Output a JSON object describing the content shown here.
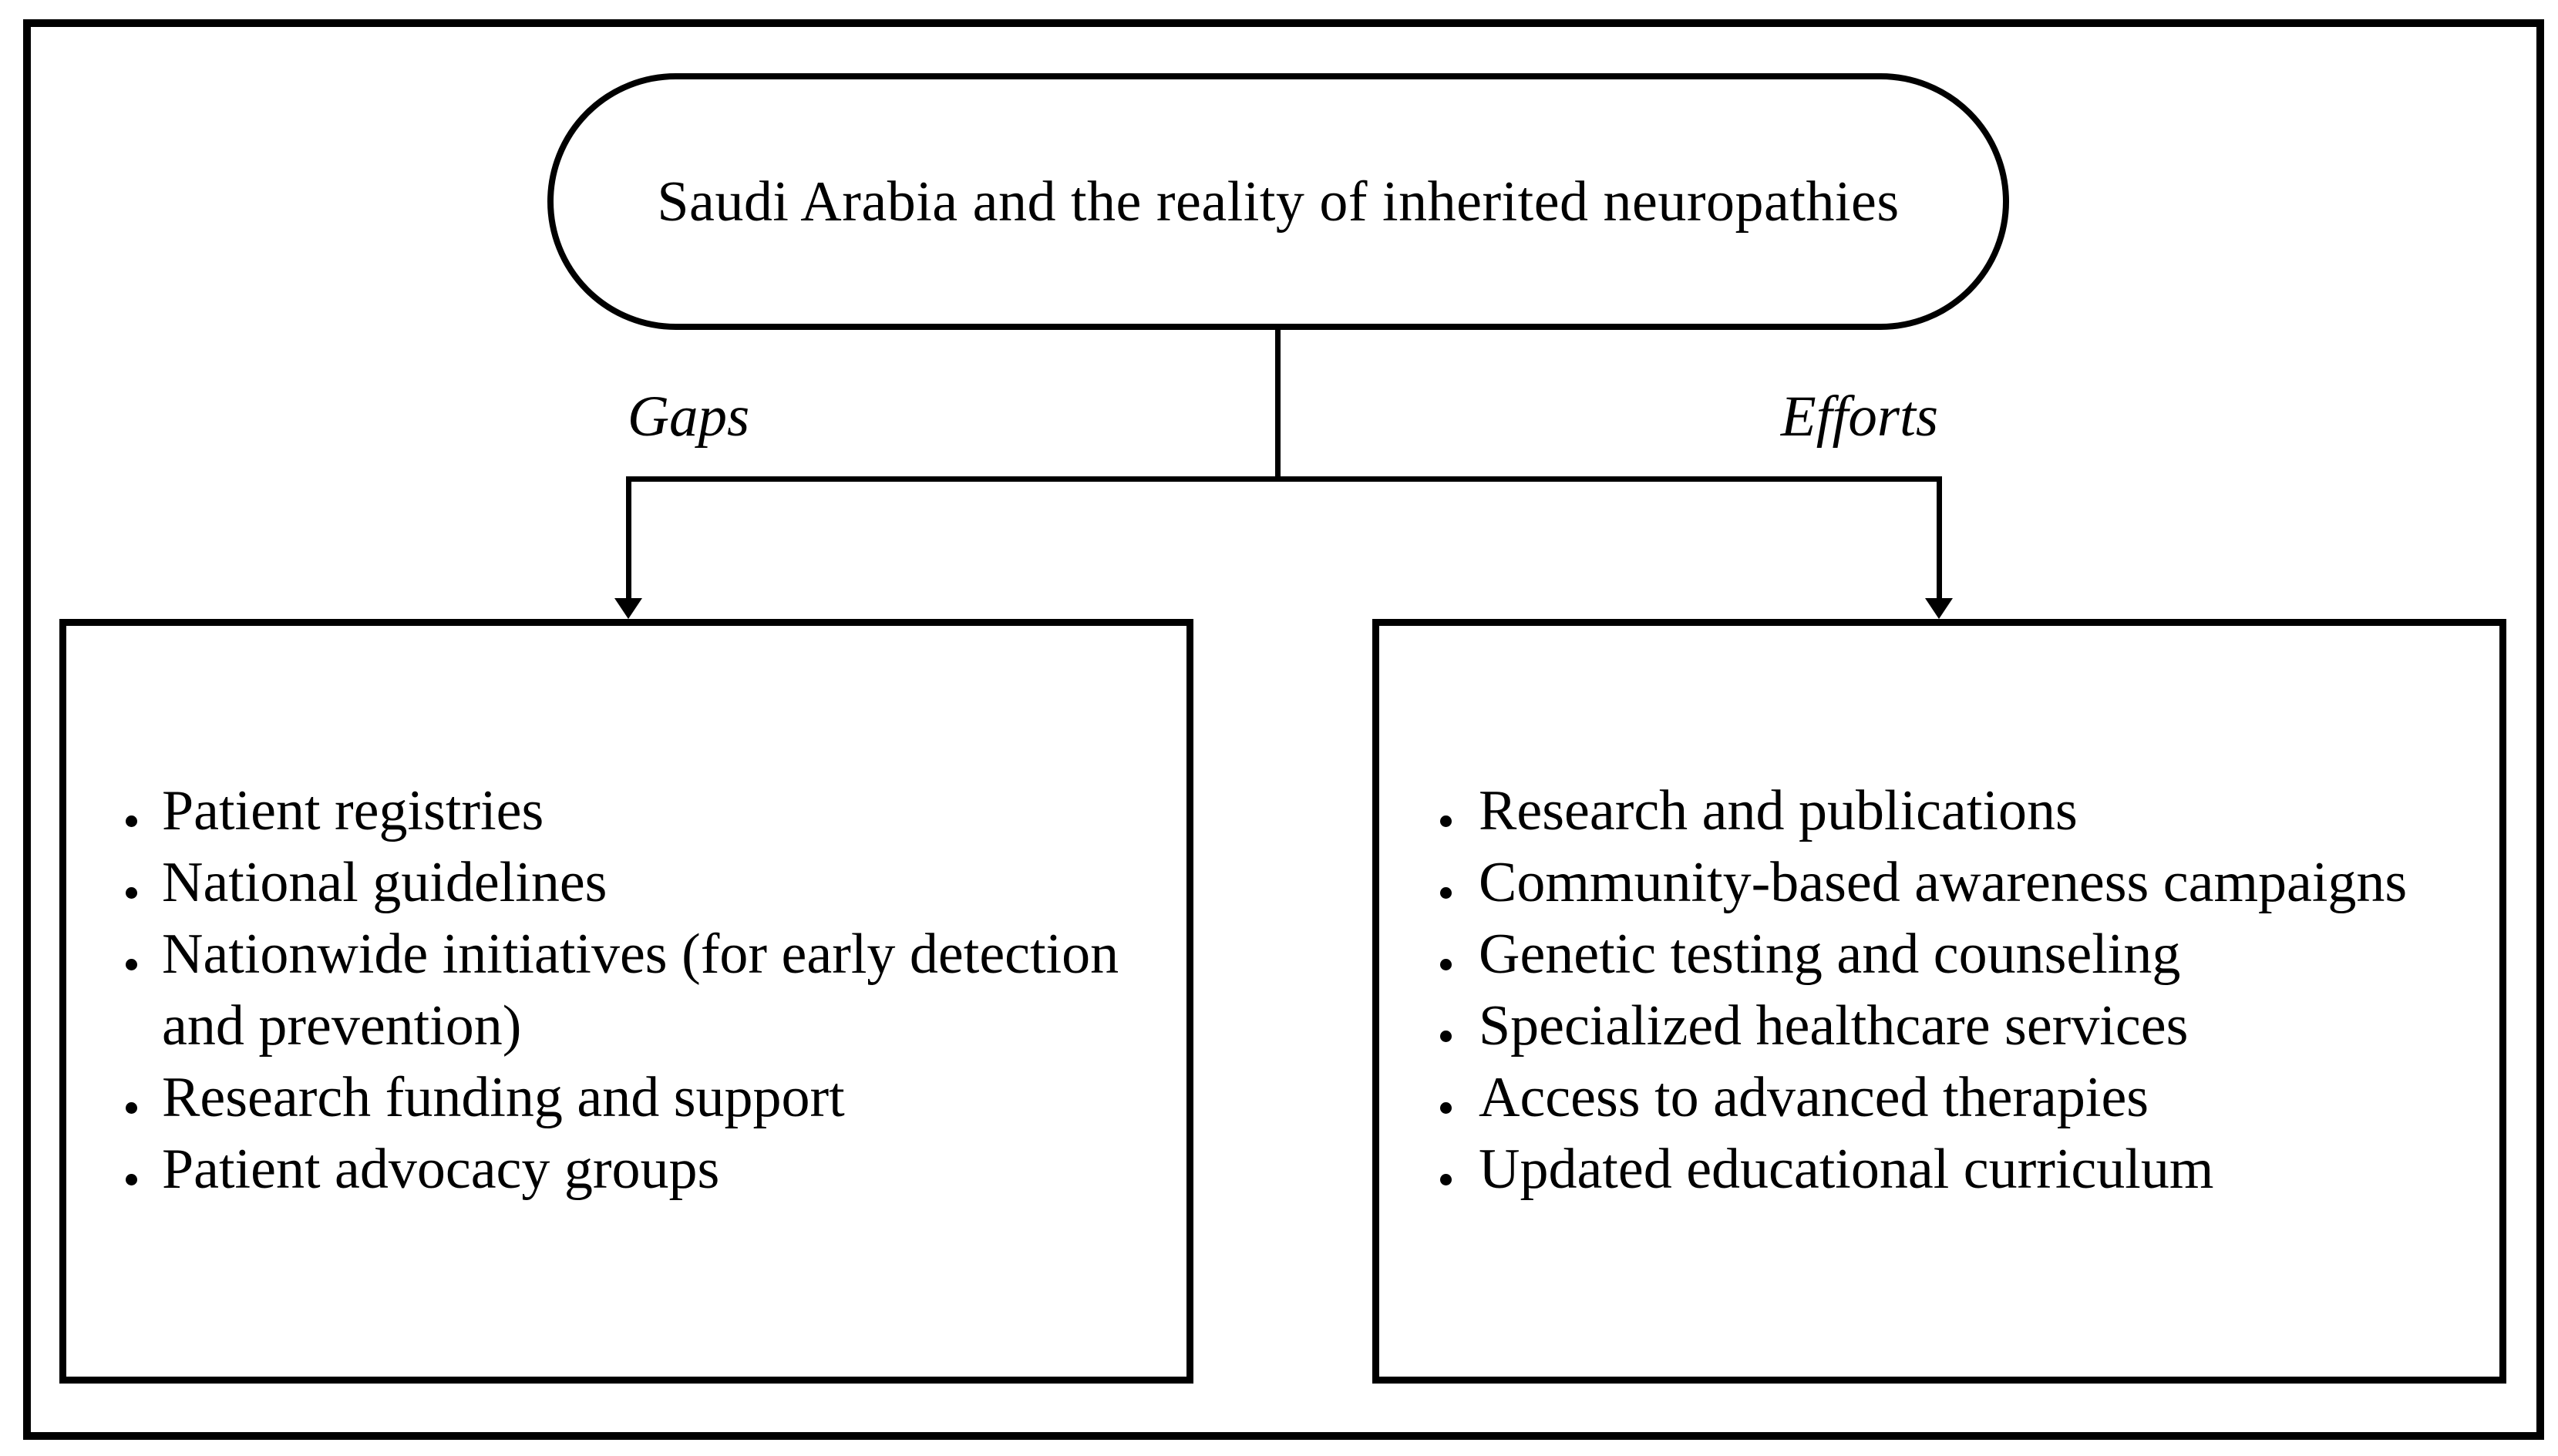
{
  "figure": {
    "colors": {
      "ink": "#000000",
      "background": "#ffffff"
    },
    "title": "Saudi Arabia and the reality of inherited neuropathies",
    "left_branch": {
      "label": "Gaps",
      "items": [
        "Patient registries",
        "National guidelines",
        "Nationwide initiatives (for early detection and prevention)",
        "Research funding and support",
        "Patient advocacy groups"
      ]
    },
    "right_branch": {
      "label": "Efforts",
      "items": [
        "Research and publications",
        "Community-based awareness campaigns",
        "Genetic testing and counseling",
        "Specialized healthcare services",
        "Access to advanced therapies",
        "Updated educational curriculum"
      ]
    }
  }
}
